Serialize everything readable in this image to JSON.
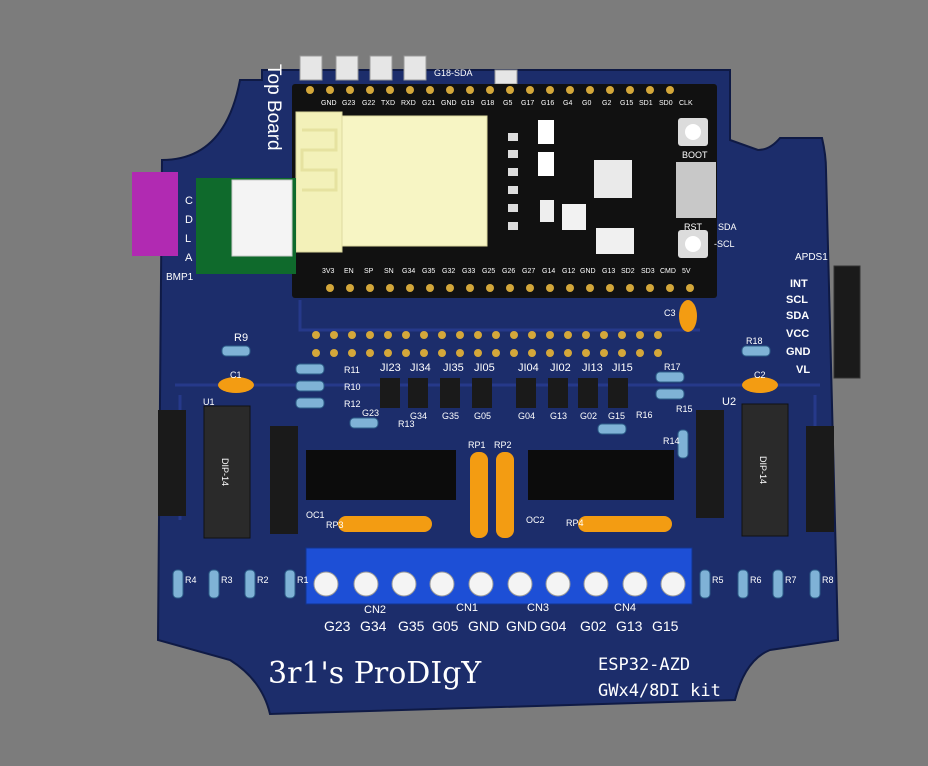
{
  "board": {
    "brand_text": "3r1's ProDIgY",
    "kit_line1": "ESP32-AZD",
    "kit_line2": "GWx4/8DI kit",
    "top_board_label": "Top Board",
    "colors": {
      "pcb": "#1c2d6b",
      "background": "#7c7c7c",
      "terminal": "#1d4fd6",
      "esp": "#111111",
      "module": "#f3f1b9"
    }
  },
  "esp32": {
    "top_header_label": "G18-SDA",
    "top_pins": [
      "GND",
      "G23",
      "G22",
      "TXD",
      "RXD",
      "G21",
      "GND",
      "G19",
      "G18",
      "G5",
      "G17",
      "G16",
      "G4",
      "G0",
      "G2",
      "G15",
      "SD1",
      "SD0",
      "CLK"
    ],
    "bottom_pins": [
      "3V3",
      "EN",
      "SP",
      "SN",
      "G34",
      "G35",
      "G32",
      "G33",
      "G25",
      "G26",
      "G27",
      "G14",
      "G12",
      "GND",
      "G13",
      "SD2",
      "SD3",
      "CMD",
      "5V"
    ],
    "boot_label": "BOOT",
    "rst_label": "RST",
    "sda_label": "SDA",
    "scl_label": "-SCL"
  },
  "sensors": {
    "bmp_label": "BMP1",
    "bmp_pins": [
      "C",
      "D",
      "L",
      "A"
    ],
    "apds_label": "APDS1",
    "apds_pins": [
      "INT",
      "SCL",
      "SDA",
      "VCC",
      "GND",
      "VL"
    ]
  },
  "components": {
    "resistors": [
      "R9",
      "R11",
      "R10",
      "R12",
      "R13",
      "R17",
      "R16",
      "R15",
      "R18",
      "R14",
      "R4",
      "R3",
      "R2",
      "R1",
      "R5",
      "R6",
      "R7",
      "R8"
    ],
    "capacitors": [
      "C1",
      "C2",
      "C3"
    ],
    "jumpers": [
      "JI23",
      "JI34",
      "JI35",
      "JI05",
      "JI04",
      "JI02",
      "JI13",
      "JI15"
    ],
    "jumper_sublabels": [
      "G34",
      "G35",
      "G05",
      "G04",
      "G13",
      "G02",
      "G15"
    ],
    "ic_left": "U1",
    "ic_right": "U2",
    "dip_label": "DIP-14",
    "opto": [
      "OC1",
      "OC2"
    ],
    "rp": [
      "RP1",
      "RP2",
      "RP3",
      "RP4"
    ],
    "g23_label": "G23",
    "g15_label": "G15"
  },
  "terminals": {
    "groups": [
      "CN2",
      "CN1",
      "CN3",
      "CN4"
    ],
    "labels": [
      "G23",
      "G34",
      "G35",
      "G05",
      "GND",
      "GND",
      "G04",
      "G02",
      "G13",
      "G15"
    ]
  }
}
